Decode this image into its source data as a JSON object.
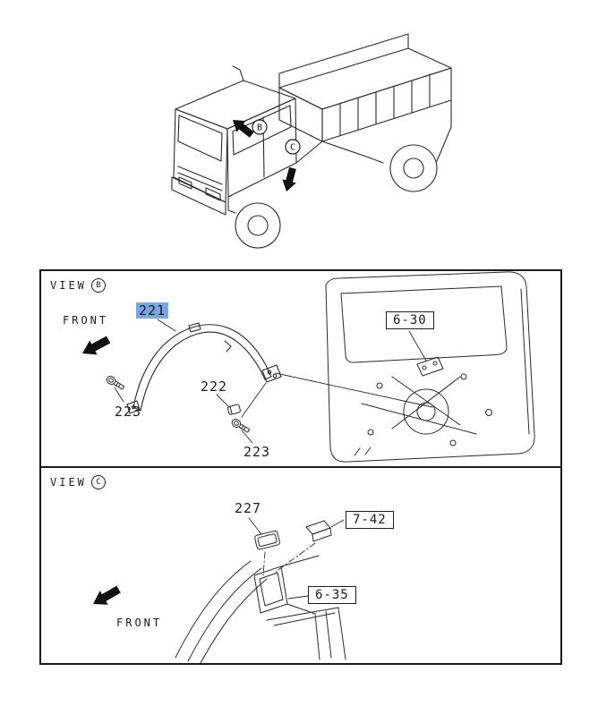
{
  "colors": {
    "highlight": "#79a7e0",
    "line": "#2a2a2a"
  },
  "truck": {
    "callout_b": "B",
    "callout_c": "C"
  },
  "view_b": {
    "view_label": "VIEW",
    "letter": "B",
    "front_label": "FRONT",
    "part_221": "221",
    "part_222": "222",
    "part_223_left": "223",
    "part_223_right": "223",
    "ref_6_30": "6-30"
  },
  "view_c": {
    "view_label": "VIEW",
    "letter": "C",
    "front_label": "FRONT",
    "part_227": "227",
    "ref_7_42": "7-42",
    "ref_6_35": "6-35"
  }
}
